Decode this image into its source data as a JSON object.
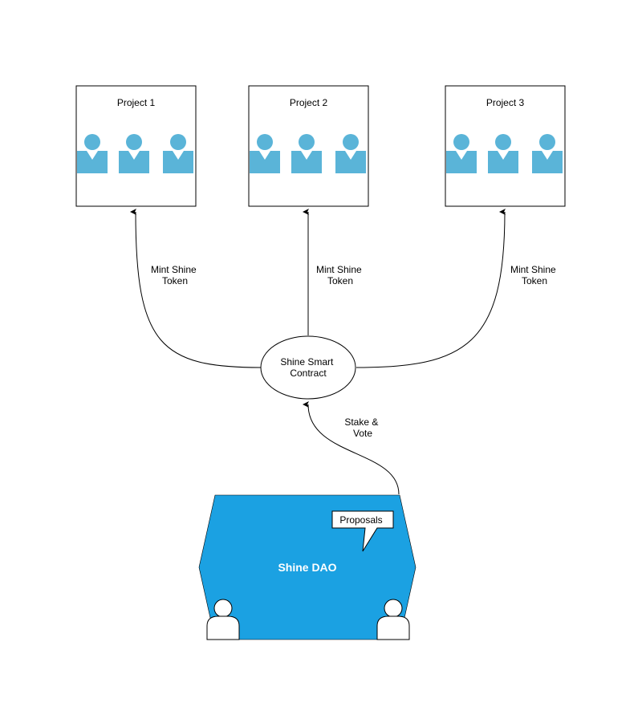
{
  "colors": {
    "person_blue": "#5ab4d8",
    "dao_blue": "#1ba1e2",
    "stroke": "#000000"
  },
  "projects": [
    {
      "label": "Project 1"
    },
    {
      "label": "Project 2"
    },
    {
      "label": "Project 3"
    }
  ],
  "edges": {
    "mint": [
      {
        "line1": "Mint Shine",
        "line2": "Token"
      },
      {
        "line1": "Mint Shine",
        "line2": "Token"
      },
      {
        "line1": "Mint Shine",
        "line2": "Token"
      }
    ],
    "stake": {
      "line1": "Stake &",
      "line2": "Vote"
    }
  },
  "contract": {
    "line1": "Shine Smart",
    "line2": "Contract"
  },
  "dao": {
    "title": "Shine DAO",
    "callout": "Proposals"
  }
}
